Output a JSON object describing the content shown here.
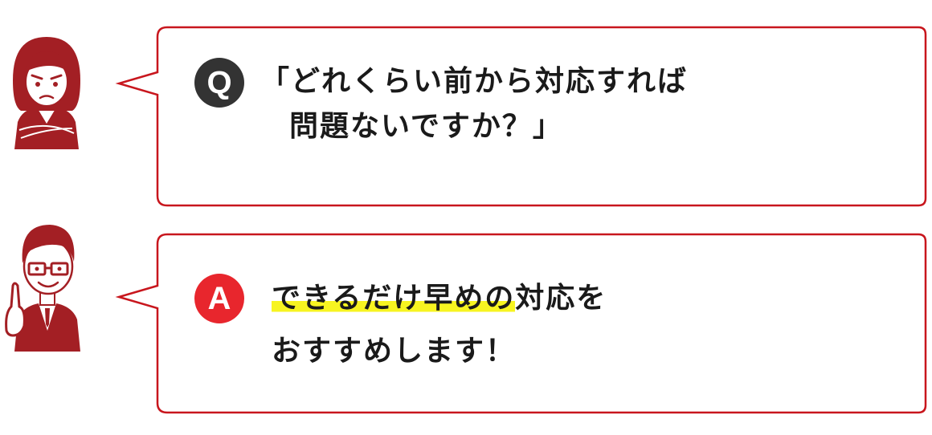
{
  "colors": {
    "bubble_border": "#c8161d",
    "question_badge": "#333333",
    "answer_badge": "#e8262d",
    "avatar_fill": "#a31f24",
    "highlight": "#f7f421"
  },
  "question": {
    "badge_label": "Q",
    "line1": "「どれくらい前から対応すれば",
    "line2": "問題ないですか？」",
    "avatar_icon": "worried-woman-icon"
  },
  "answer": {
    "badge_label": "A",
    "line1_highlighted": "できるだけ早めの",
    "line1_rest": "対応を",
    "line2": "おすすめします！",
    "avatar_icon": "businessman-pointing-icon"
  }
}
